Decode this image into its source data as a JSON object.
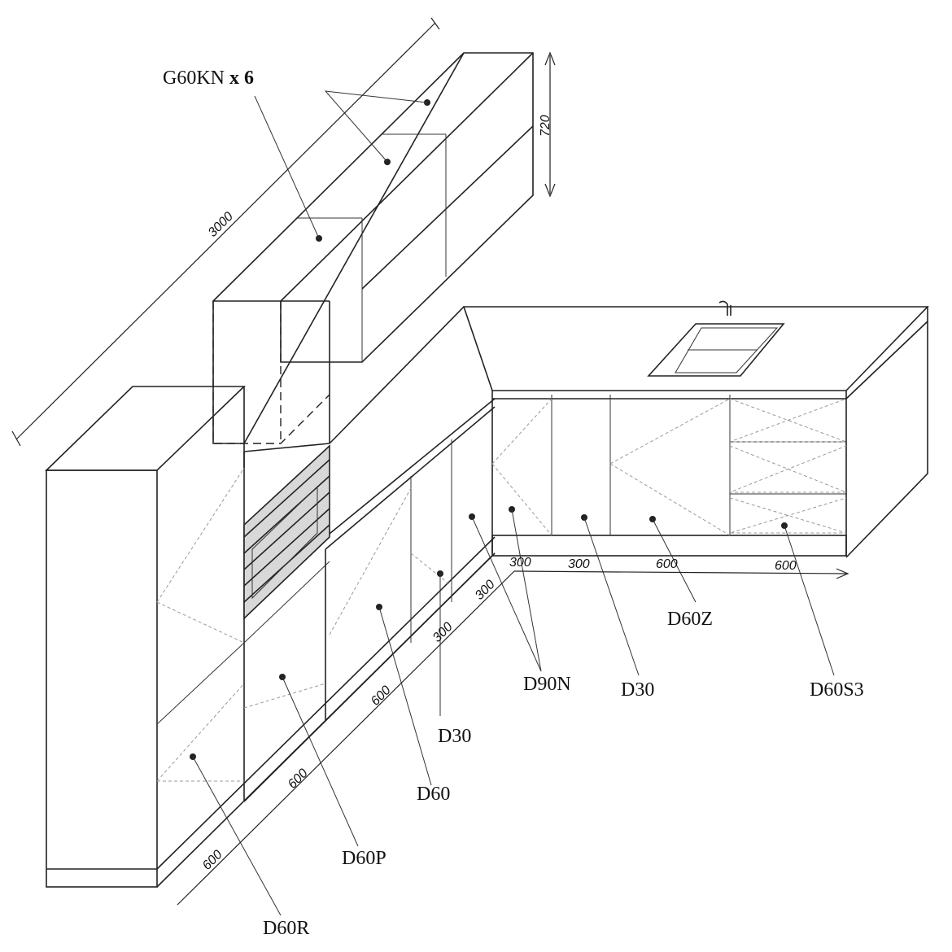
{
  "labels": {
    "wall_units": "G60KN",
    "wall_units_qty": "x 6",
    "d60r": "D60R",
    "d60p": "D60P",
    "d60": "D60",
    "d30_left": "D30",
    "d90n": "D90N",
    "d30_right": "D30",
    "d60z": "D60Z",
    "d60s3": "D60S3"
  },
  "dimensions": {
    "wall_length": "3000",
    "wall_height": "720",
    "front": [
      "600",
      "600",
      "600",
      "300",
      "300"
    ],
    "island": [
      "300",
      "300",
      "600",
      "600"
    ]
  }
}
